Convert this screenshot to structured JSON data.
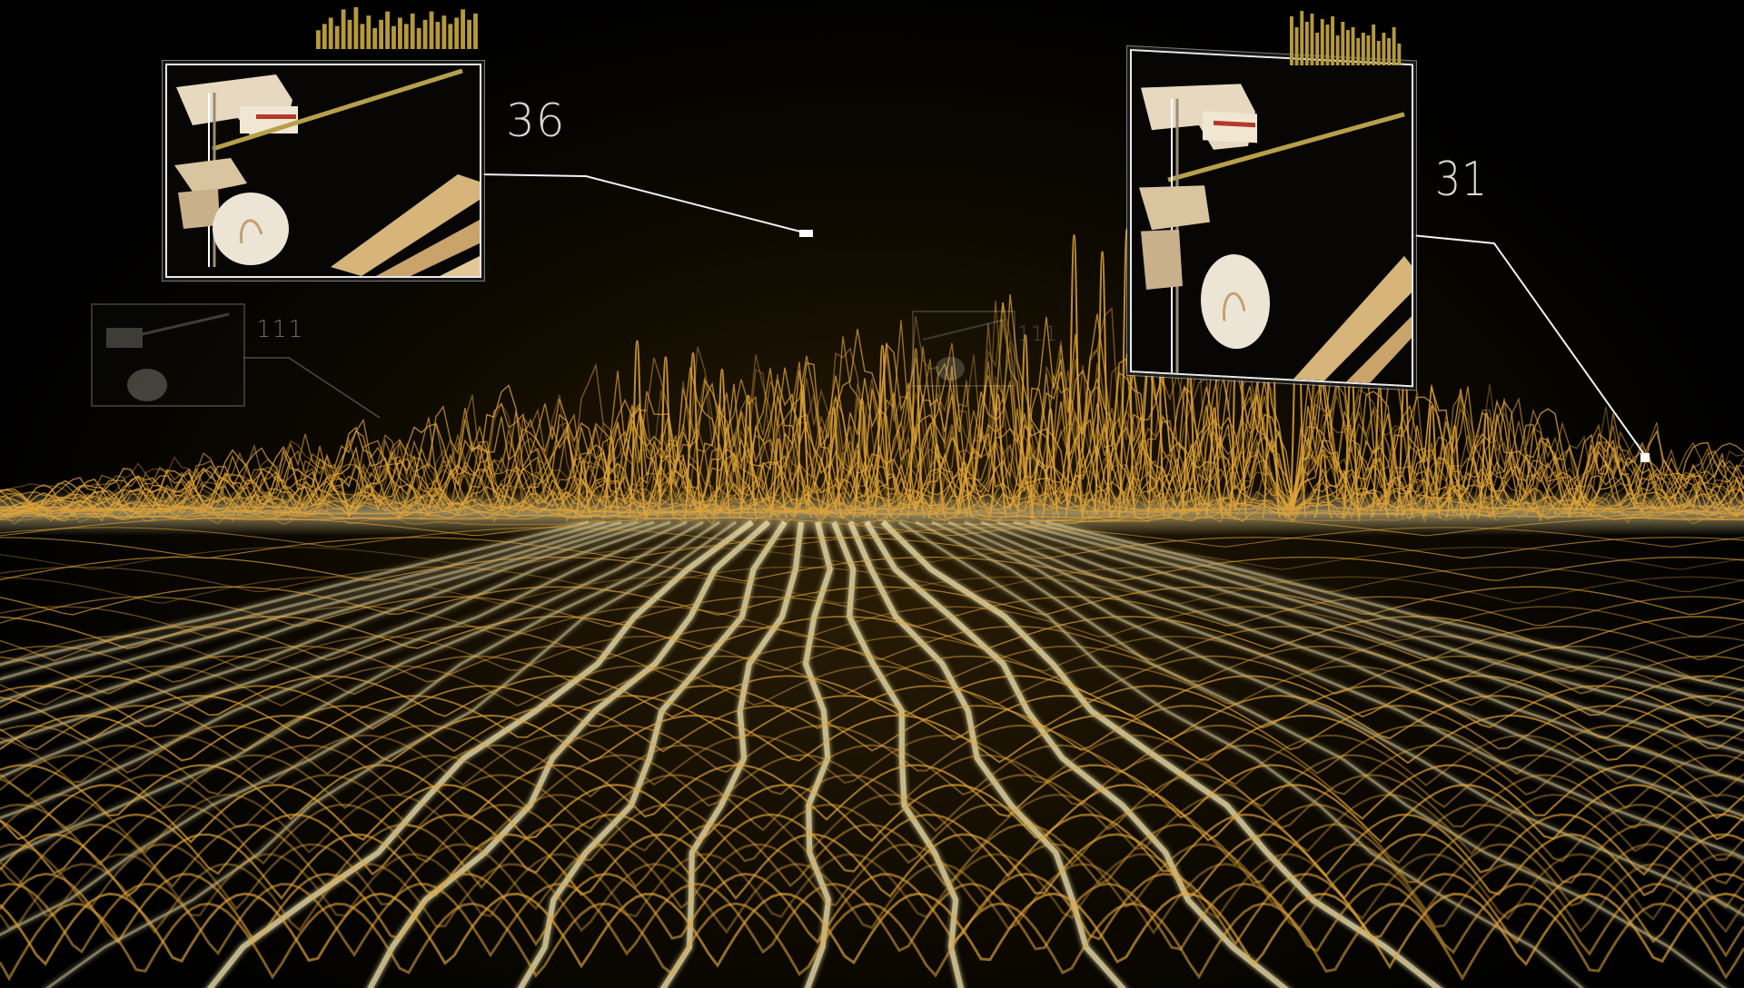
{
  "overlays": {
    "left_marker": {
      "value": "36"
    },
    "right_marker": {
      "value": "31"
    },
    "ghost_marker": {
      "value": "111"
    },
    "ghost_marker_center": {
      "value": "111"
    }
  },
  "colors": {
    "background": "#000000",
    "wave_gold": "#e0a43a",
    "wave_bright": "#fff1b8",
    "callout_white": "#f2f2f2",
    "level_bar": "#b59a3c"
  },
  "level_meters": {
    "left": [
      0.45,
      0.6,
      0.75,
      0.55,
      0.95,
      0.7,
      1.0,
      0.6,
      0.8,
      0.5,
      0.7,
      0.9,
      0.55,
      0.75,
      0.6,
      0.85,
      0.5,
      0.7,
      0.9,
      0.65,
      0.8,
      0.6,
      0.75,
      0.95,
      0.7,
      0.85
    ],
    "right": [
      0.9,
      0.7,
      1.0,
      0.8,
      0.95,
      0.6,
      0.85,
      0.75,
      0.9,
      0.55,
      0.8,
      0.65,
      0.7,
      0.5,
      0.6,
      0.55,
      0.75,
      0.45,
      0.6,
      0.5,
      0.7,
      0.4
    ]
  },
  "icons": [
    "hammer-mechanism-image",
    "callout-marker-icon",
    "level-meter-icon"
  ]
}
